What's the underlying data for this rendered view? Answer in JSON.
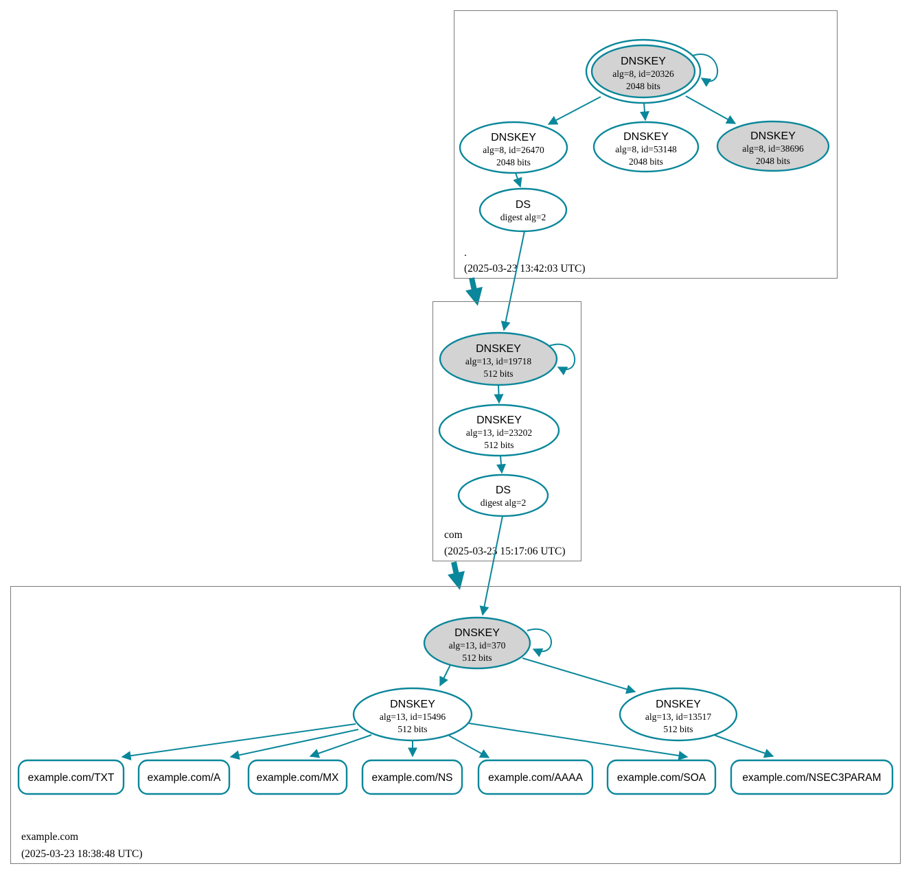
{
  "diagram_type": "dnssec-authentication-chain",
  "colors": {
    "edge_teal": "#0a879a",
    "ksk_fill": "#d3d3d3",
    "node_fill": "#ffffff",
    "zone_border": "#7a7a7a",
    "text": "#000000"
  },
  "zones": [
    {
      "name": ".",
      "timestamp": "(2025-03-23 13:42:03 UTC)",
      "nodes": {
        "ksk20326": {
          "label": "DNSKEY",
          "detail": "alg=8, id=20326",
          "bits": "2048 bits"
        },
        "zsk26470": {
          "label": "DNSKEY",
          "detail": "alg=8, id=26470",
          "bits": "2048 bits"
        },
        "zsk53148": {
          "label": "DNSKEY",
          "detail": "alg=8, id=53148",
          "bits": "2048 bits"
        },
        "ksk38696": {
          "label": "DNSKEY",
          "detail": "alg=8, id=38696",
          "bits": "2048 bits"
        },
        "ds": {
          "label": "DS",
          "detail": "digest alg=2"
        }
      }
    },
    {
      "name": "com",
      "timestamp": "(2025-03-23 15:17:06 UTC)",
      "nodes": {
        "ksk19718": {
          "label": "DNSKEY",
          "detail": "alg=13, id=19718",
          "bits": "512 bits"
        },
        "zsk23202": {
          "label": "DNSKEY",
          "detail": "alg=13, id=23202",
          "bits": "512 bits"
        },
        "ds": {
          "label": "DS",
          "detail": "digest alg=2"
        }
      }
    },
    {
      "name": "example.com",
      "timestamp": "(2025-03-23 18:38:48 UTC)",
      "nodes": {
        "ksk370": {
          "label": "DNSKEY",
          "detail": "alg=13, id=370",
          "bits": "512 bits"
        },
        "zsk15496": {
          "label": "DNSKEY",
          "detail": "alg=13, id=15496",
          "bits": "512 bits"
        },
        "zsk13517": {
          "label": "DNSKEY",
          "detail": "alg=13, id=13517",
          "bits": "512 bits"
        }
      },
      "rrsets": [
        "example.com/TXT",
        "example.com/A",
        "example.com/MX",
        "example.com/NS",
        "example.com/AAAA",
        "example.com/SOA",
        "example.com/NSEC3PARAM"
      ]
    }
  ]
}
